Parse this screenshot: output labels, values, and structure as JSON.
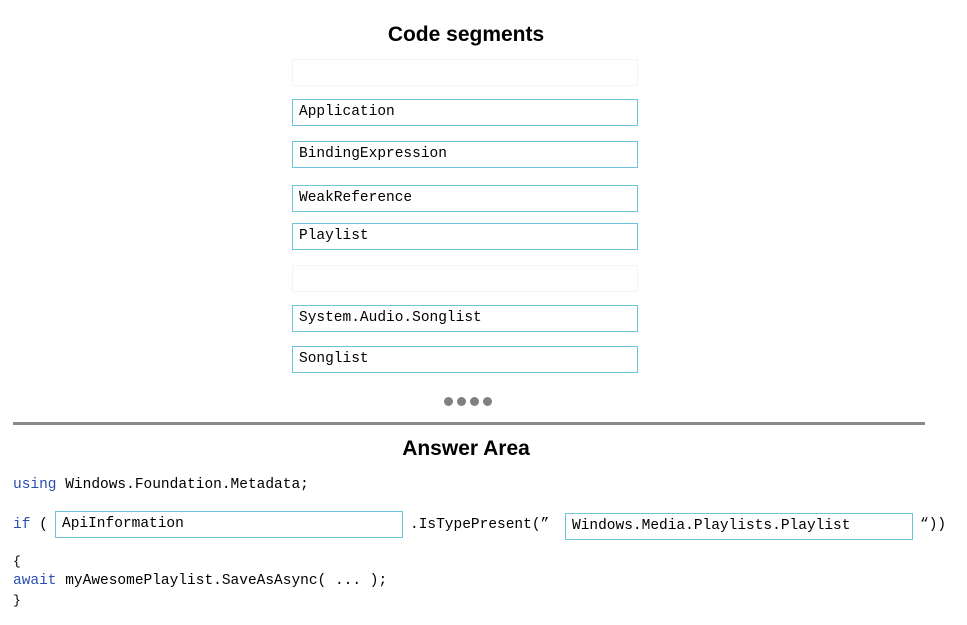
{
  "code_segments": {
    "title": "Code segments",
    "items": [
      "",
      "Application",
      "BindingExpression",
      "WeakReference",
      "Playlist",
      "",
      "System.Audio.Songlist",
      "Songlist"
    ]
  },
  "answer_area": {
    "title": "Answer Area",
    "line1": {
      "keyword": "using",
      "rest": " Windows.Foundation.Metadata;"
    },
    "line2": {
      "keyword": "if",
      "open_paren": "(",
      "target1_value": "ApiInformation",
      "method_text": ".IsTypePresent(”",
      "target2_value": "Windows.Media.Playlists.Playlist",
      "close_text": "“))"
    },
    "line3": {
      "open_brace": "{",
      "keyword": "await",
      "rest": " myAwesomePlaylist.SaveAsAsync( ... );",
      "close_brace": "}"
    }
  }
}
